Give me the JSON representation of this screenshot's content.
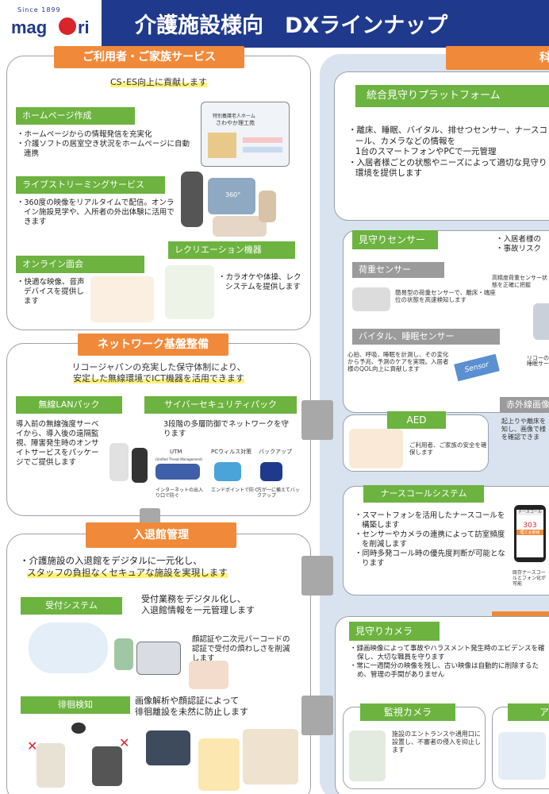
{
  "header": {
    "since": "Since 1899",
    "logo_left": "mag",
    "logo_right": "ri",
    "title": "介護施設様向　DXラインナップ"
  },
  "left": {
    "family": {
      "tab": "ご利用者・ご家族サービス",
      "subtitle": "CS･ES向上に貢献します",
      "homepage": {
        "label": "ホームページ作成",
        "bullets": [
          "ホームページからの情報発信を充実化",
          "介護ソフトの居室空き状況をホームページに自動連携"
        ],
        "screen_line1": "特別養護老人ホーム",
        "screen_line2": "さわやか理工苑"
      },
      "live": {
        "label": "ライブストリーミングサービス",
        "bullets": [
          "360度の映像をリアルタイムで配信。オンライン施設見学や、入所者の外出体験に活用できます"
        ],
        "badge": "360°"
      },
      "online": {
        "label": "オンライン面会",
        "bullets": [
          "快適な映像、音声デバイスを提供します"
        ]
      },
      "recreation": {
        "label": "レクリエーション機器",
        "bullets": [
          "カラオケや体操、レクシステムを提供します"
        ]
      }
    },
    "network": {
      "tab": "ネットワーク基盤整備",
      "subtitle1": "リコージャパンの充実した保守体制により、",
      "subtitle2": "安定した無線環境でICT機器を活用できます",
      "wlan": {
        "label": "無線LANパック",
        "text": "導入前の無線強度サーベイから、導入後の遠隔監視、障害発生時のオンサイトサービスをパッケージでご提供します"
      },
      "security": {
        "label": "サイバーセキュリティパック",
        "text": "3段階の多層防御でネットワークを守ります",
        "utm": "UTM",
        "utm_sub": "(Unified Threat Management)",
        "pc": "PCウィルス対策",
        "backup": "バックアップ",
        "cap1": "インターネットの出入り口で防ぐ",
        "cap2": "エンドポイントで防ぐ",
        "cap3": "万が一に備えてバックアップ"
      }
    },
    "entry": {
      "tab": "入退館管理",
      "subtitle1": "介護施設の入退館をデジタルに一元化し、",
      "subtitle2": "スタッフの負担なくセキュアな施設を実現します",
      "reception": {
        "label": "受付システム",
        "text1": "受付業務をデジタル化し、",
        "text2": "入退館情報を一元管理します",
        "text3": "顔認証や二次元バーコードの認証で受付の煩わしさを削減します"
      },
      "wander": {
        "label": "徘徊検知",
        "text1": "画像解析や顔認証によって",
        "text2": "徘徊離設を未然に防止します"
      }
    }
  },
  "right": {
    "tab": "科",
    "platform": {
      "label": "統合見守りプラットフォーム",
      "bullets": [
        "離床、睡眠、バイタル、排せつセンサー、ナースコール、カメラなどの情報を",
        "1台のスマートフォンやPCで一元管理",
        "入居者様ごとの状態やニーズによって適切な見守り環境を提供します"
      ]
    },
    "sensor": {
      "label": "見守りセンサー",
      "bullets": [
        "入居者様の",
        "事故リスク"
      ],
      "load": {
        "label": "荷重センサー",
        "text": "簡易型の荷重センサーで、離床・端座位の状態を高速検知します",
        "text2": "高精度荷重センサー状態を正確に把握"
      },
      "vital": {
        "label": "バイタル、睡眠センサー",
        "text": "心拍、呼吸、睡眠を計測し、その変化から予兆、予測のケアを実現。入居者様のQOL向上に貢献します",
        "sensor_tag": "Sensor",
        "text2": "リコーの睡眠サー"
      },
      "infrared": {
        "label": "赤外線画像",
        "text": "起上りや離床を知し、画像で様を確認できま"
      }
    },
    "aed": {
      "label": "AED",
      "text": "ご利用者、ご家族の安全を確保します"
    },
    "nursecall": {
      "label": "ナースコールシステム",
      "bullets": [
        "スマートフォンを活用したナースコールを構築します",
        "センサーやカメラの連携によって訪室頻度を削減します",
        "同時多発コール時の優先度判断が可能となります"
      ],
      "phone_header": "ナースコール",
      "phone_room": "303",
      "phone_name": "理工太郎様",
      "caption": "既存ナースコールとフォン化が可能"
    },
    "camera": {
      "label": "見守りカメラ",
      "bullets": [
        "録画映像によって事故やハラスメント発生時のエビデンスを確保し、大切な職員を守ります",
        "常に一週間分の映像を残し、古い映像は自動的に削除するため、管理の手間がありません"
      ]
    },
    "monitor": {
      "label": "監視カメラ",
      "text": "施設のエントランスや通用口に設置し、不審者の侵入を抑止します"
    },
    "other": {
      "label": "ア"
    }
  },
  "colors": {
    "navy": "#1f3a8c",
    "orange": "#f08a3a",
    "green": "#6cb33f",
    "gray": "#9b9b9b",
    "frame": "#d9e3ef"
  }
}
